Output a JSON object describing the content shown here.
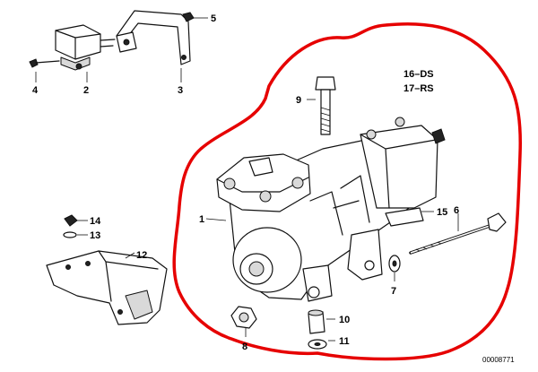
{
  "labels": {
    "p1": "1",
    "p2": "2",
    "p3": "3",
    "p4": "4",
    "p5": "5",
    "p6": "6",
    "p7": "7",
    "p8": "8",
    "p9": "9",
    "p10": "10",
    "p11": "11",
    "p12": "12",
    "p13": "13",
    "p14": "14",
    "p15": "15",
    "ds": "16–DS",
    "rs": "17–RS"
  },
  "code": "00008771",
  "colors": {
    "highlight": "#e60000",
    "ink": "#111111"
  }
}
